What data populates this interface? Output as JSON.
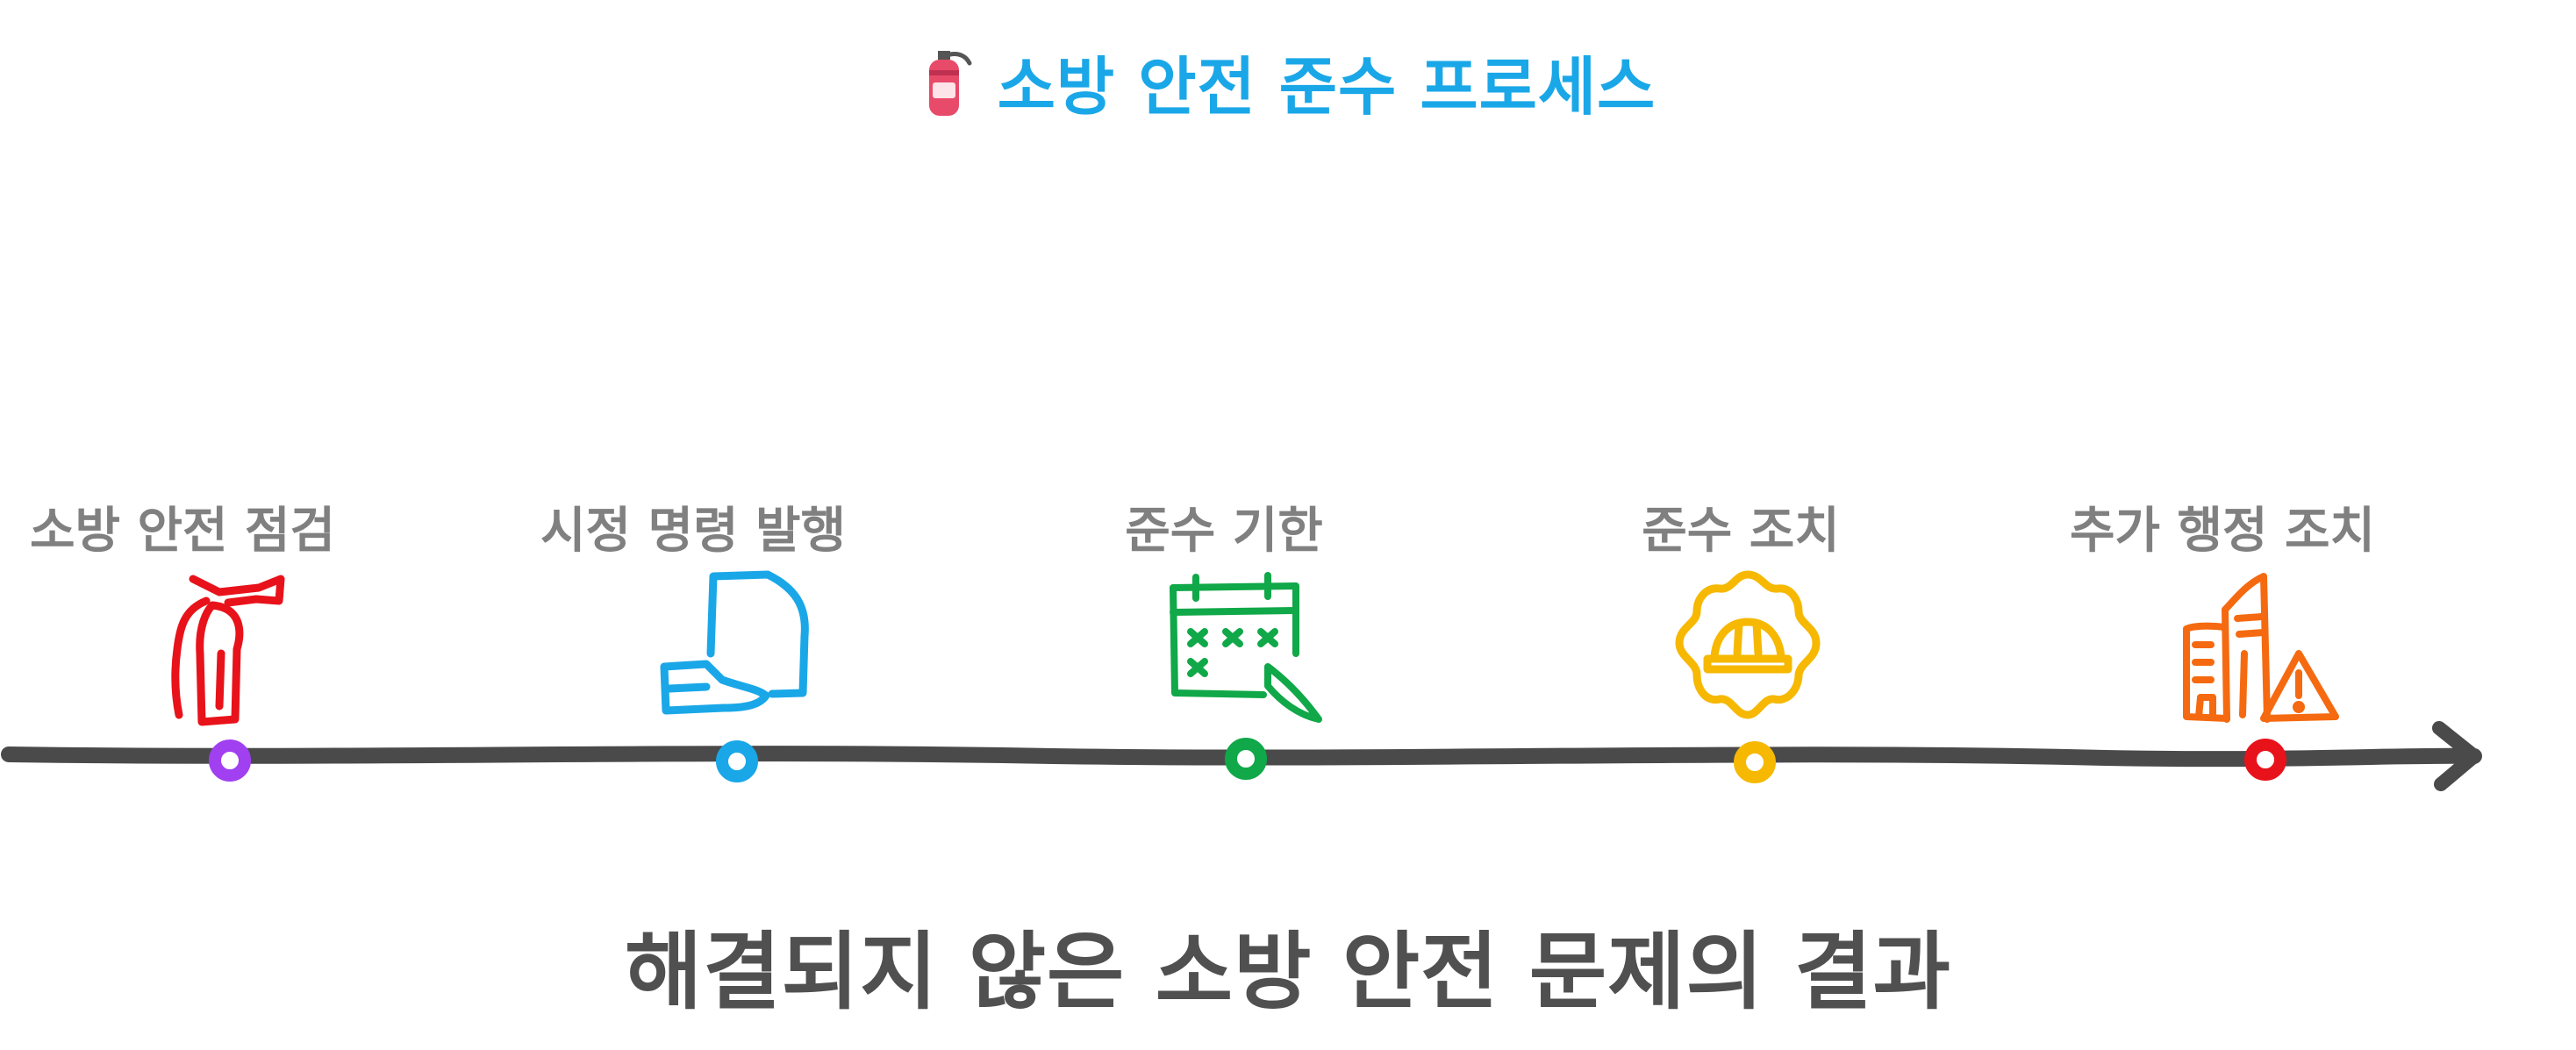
{
  "title": {
    "emoji_icon": "fire-extinguisher-icon",
    "text": "소방 안전 준수 프로세스",
    "color": "#1aa7e8"
  },
  "steps": [
    {
      "label": "소방 안전 점검",
      "icon": "fire-extinguisher-icon",
      "color": "#e8121b",
      "dot_color": "#a040f0"
    },
    {
      "label": "시정 명령 발행",
      "icon": "document-hand-icon",
      "color": "#1aa7e8",
      "dot_color": "#1aa7e8"
    },
    {
      "label": "준수 기한",
      "icon": "calendar-icon",
      "color": "#10a848",
      "dot_color": "#10a848"
    },
    {
      "label": "준수 조치",
      "icon": "hardhat-gear-icon",
      "color": "#f6b800",
      "dot_color": "#f6b800"
    },
    {
      "label": "추가 행정 조치",
      "icon": "building-warning-icon",
      "color": "#f56a10",
      "dot_color": "#e8121b"
    }
  ],
  "footer": {
    "text": "해결되지 않은 소방 안전 문제의 결과"
  }
}
